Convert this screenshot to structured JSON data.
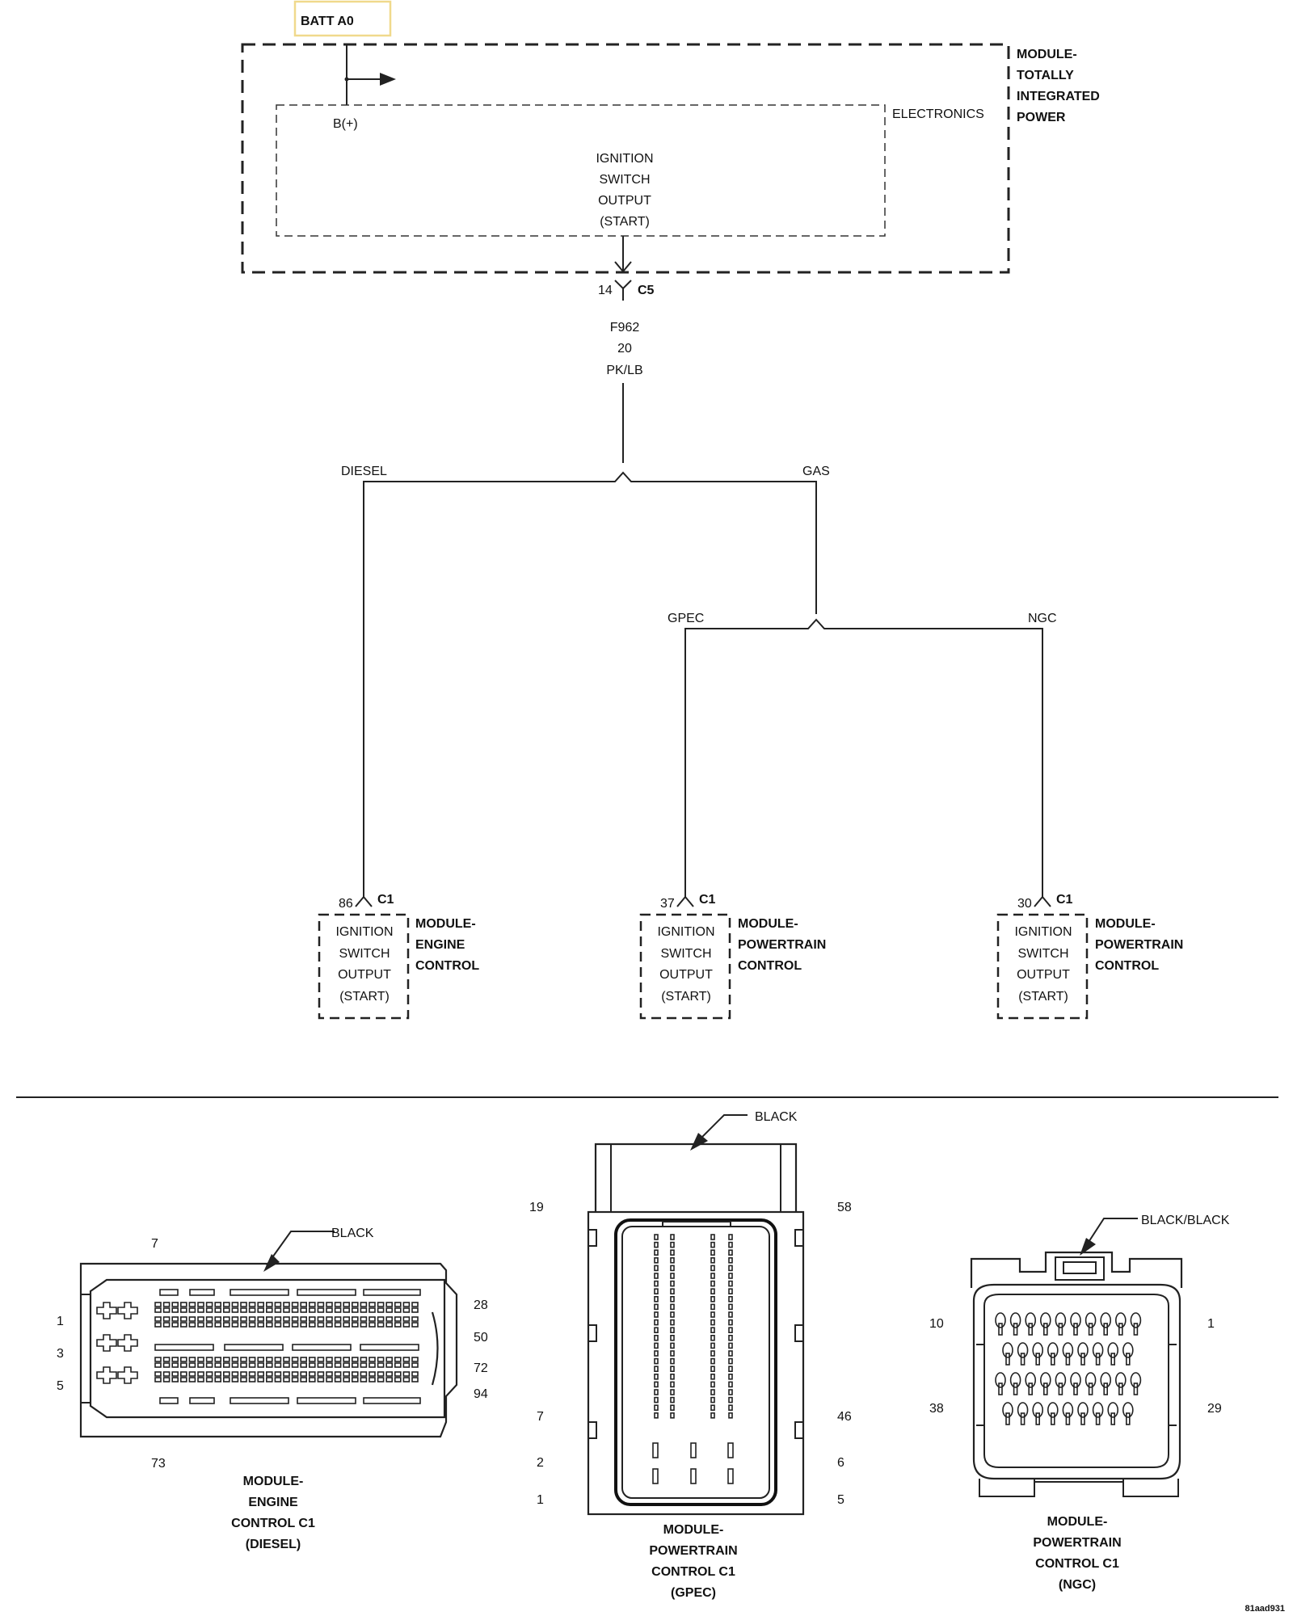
{
  "diagram": {
    "batt_label": "BATT A0",
    "tipm": {
      "name_lines": [
        "MODULE-",
        "TOTALLY",
        "INTEGRATED",
        "POWER"
      ],
      "inner_label": "ELECTRONICS",
      "bplus": "B(+)",
      "output_lines": [
        "IGNITION",
        "SWITCH",
        "OUTPUT",
        "(START)"
      ],
      "pin": "14",
      "connector": "C5"
    },
    "wire": {
      "circuit": "F962",
      "gauge": "20",
      "color": "PK/LB"
    },
    "branches": {
      "diesel": "DIESEL",
      "gas": "GAS",
      "gpec": "GPEC",
      "ngc": "NGC"
    },
    "modules": [
      {
        "pin": "86",
        "connector": "C1",
        "func_lines": [
          "IGNITION",
          "SWITCH",
          "OUTPUT",
          "(START)"
        ],
        "name_lines": [
          "MODULE-",
          "ENGINE",
          "CONTROL"
        ]
      },
      {
        "pin": "37",
        "connector": "C1",
        "func_lines": [
          "IGNITION",
          "SWITCH",
          "OUTPUT",
          "(START)"
        ],
        "name_lines": [
          "MODULE-",
          "POWERTRAIN",
          "CONTROL"
        ]
      },
      {
        "pin": "30",
        "connector": "C1",
        "func_lines": [
          "IGNITION",
          "SWITCH",
          "OUTPUT",
          "(START)"
        ],
        "name_lines": [
          "MODULE-",
          "POWERTRAIN",
          "CONTROL"
        ]
      }
    ]
  },
  "connectors": {
    "diesel": {
      "color": "BLACK",
      "pins": {
        "top": "7",
        "left1": "1",
        "left3": "3",
        "left5": "5",
        "r28": "28",
        "r50": "50",
        "r72": "72",
        "r94": "94",
        "bottom": "73"
      },
      "caption": [
        "MODULE-",
        "ENGINE",
        "CONTROL C1",
        "(DIESEL)"
      ]
    },
    "gpec": {
      "color": "BLACK",
      "pins": {
        "l19": "19",
        "r58": "58",
        "l7": "7",
        "r46": "46",
        "l2": "2",
        "r6": "6",
        "l1": "1",
        "r5": "5"
      },
      "caption": [
        "MODULE-",
        "POWERTRAIN",
        "CONTROL C1",
        "(GPEC)"
      ]
    },
    "ngc": {
      "color": "BLACK/BLACK",
      "pins": {
        "l10": "10",
        "r1": "1",
        "l38": "38",
        "r29": "29"
      },
      "caption": [
        "MODULE-",
        "POWERTRAIN",
        "CONTROL C1",
        "(NGC)"
      ]
    }
  },
  "image_code": "81aad931"
}
